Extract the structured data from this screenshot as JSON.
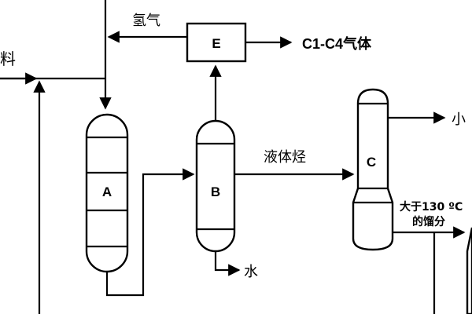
{
  "units": {
    "A": "A",
    "B": "B",
    "C": "C",
    "E": "E"
  },
  "labels": {
    "feed": "料",
    "hydrogen": "氢气",
    "light_gas": "C1-C4气体",
    "liquid_hydrocarbon": "液体烃",
    "water": "水",
    "small_cut": "小",
    "above_130_line1": "大于130 ºC",
    "above_130_line2": "的馏分"
  },
  "colors": {
    "line": "#000000",
    "background": "#ffffff"
  }
}
